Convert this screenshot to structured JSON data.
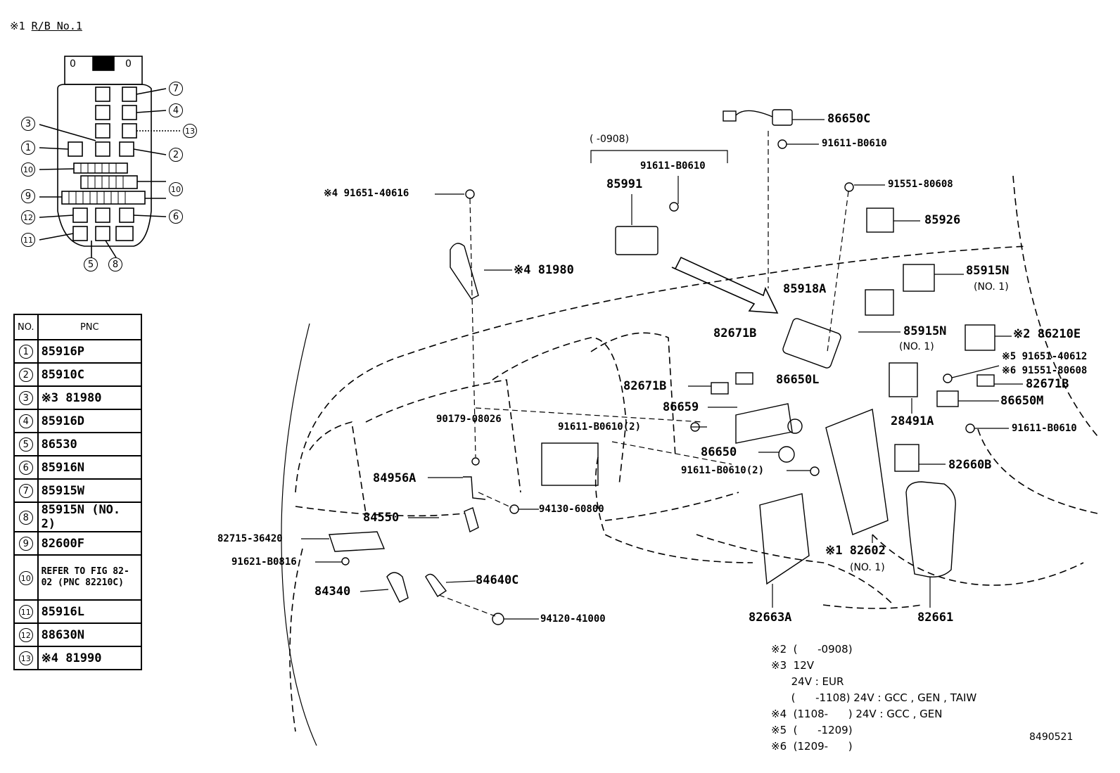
{
  "relay_block": {
    "title_mark": "※1",
    "title": "R/B No.1",
    "top_marks": [
      "0",
      "0"
    ],
    "callouts": [
      "1",
      "2",
      "3",
      "4",
      "5",
      "6",
      "7",
      "8",
      "9",
      "10",
      "10",
      "11",
      "12",
      "13"
    ]
  },
  "table": {
    "headers": [
      "NO.",
      "PNC"
    ],
    "rows": [
      {
        "no": "1",
        "pnc": "85916P"
      },
      {
        "no": "2",
        "pnc": "85910C"
      },
      {
        "no": "3",
        "pnc": "※3 81980"
      },
      {
        "no": "4",
        "pnc": "85916D"
      },
      {
        "no": "5",
        "pnc": "86530"
      },
      {
        "no": "6",
        "pnc": "85916N"
      },
      {
        "no": "7",
        "pnc": "85915W"
      },
      {
        "no": "8",
        "pnc": "85915N (NO. 2)"
      },
      {
        "no": "9",
        "pnc": "82600F"
      },
      {
        "no": "10",
        "pnc": "REFER TO FIG 82-02 (PNC 82210C)"
      },
      {
        "no": "11",
        "pnc": "85916L"
      },
      {
        "no": "12",
        "pnc": "88630N"
      },
      {
        "no": "13",
        "pnc": "※4 81990"
      }
    ]
  },
  "parts": [
    {
      "id": "p86650C",
      "text": "86650C"
    },
    {
      "id": "p91611a",
      "text": "91611-B0610"
    },
    {
      "id": "pRange",
      "text": "(      -0908)"
    },
    {
      "id": "p91611b",
      "text": "91611-B0610"
    },
    {
      "id": "p85991",
      "text": "85991"
    },
    {
      "id": "p91651",
      "text": "※4 91651-40616"
    },
    {
      "id": "p81980",
      "text": "※4 81980"
    },
    {
      "id": "p91551a",
      "text": "91551-80608"
    },
    {
      "id": "p85926",
      "text": "85926"
    },
    {
      "id": "p85915Na",
      "text": "85915N"
    },
    {
      "id": "pNo1a",
      "text": "(NO. 1)"
    },
    {
      "id": "p85918A",
      "text": "85918A"
    },
    {
      "id": "p85915Nb",
      "text": "85915N"
    },
    {
      "id": "pNo1b",
      "text": "(NO. 1)"
    },
    {
      "id": "p86210E",
      "text": "※2 86210E"
    },
    {
      "id": "p91651b",
      "text": "※5 91651-40612"
    },
    {
      "id": "p91551b",
      "text": "※6 91551-80608"
    },
    {
      "id": "p82671Ba",
      "text": "82671B"
    },
    {
      "id": "p82671Bb",
      "text": "82671B"
    },
    {
      "id": "p86650L",
      "text": "86650L"
    },
    {
      "id": "p82671Bc",
      "text": "82671B"
    },
    {
      "id": "p86659",
      "text": "86659"
    },
    {
      "id": "p86650M",
      "text": "86650M"
    },
    {
      "id": "p28491A",
      "text": "28491A"
    },
    {
      "id": "p90179",
      "text": "90179-08026"
    },
    {
      "id": "p91611c",
      "text": "91611-B0610(2)"
    },
    {
      "id": "p91611d",
      "text": "91611-B0610"
    },
    {
      "id": "p86650",
      "text": "86650"
    },
    {
      "id": "p82660B",
      "text": "82660B"
    },
    {
      "id": "p91611e",
      "text": "91611-B0610(2)"
    },
    {
      "id": "p84956A",
      "text": "84956A"
    },
    {
      "id": "p94130",
      "text": "94130-60800"
    },
    {
      "id": "p84550",
      "text": "84550"
    },
    {
      "id": "p82715",
      "text": "82715-36420"
    },
    {
      "id": "p91621",
      "text": "91621-B0816"
    },
    {
      "id": "p84640C",
      "text": "84640C"
    },
    {
      "id": "p84340",
      "text": "84340"
    },
    {
      "id": "p82602",
      "text": "※1 82602"
    },
    {
      "id": "pNo1c",
      "text": "(NO. 1)"
    },
    {
      "id": "p94120",
      "text": "94120-41000"
    },
    {
      "id": "p82663A",
      "text": "82663A"
    },
    {
      "id": "p82661",
      "text": "82661"
    }
  ],
  "notes": [
    "※2  (      -0908)",
    "※3  12V",
    "      24V : EUR",
    "      (      -1108) 24V : GCC , GEN , TAIW",
    "※4  (1108-      ) 24V : GCC , GEN",
    "※5  (      -1209)",
    "※6  (1209-      )"
  ],
  "figure_id": "8490521"
}
